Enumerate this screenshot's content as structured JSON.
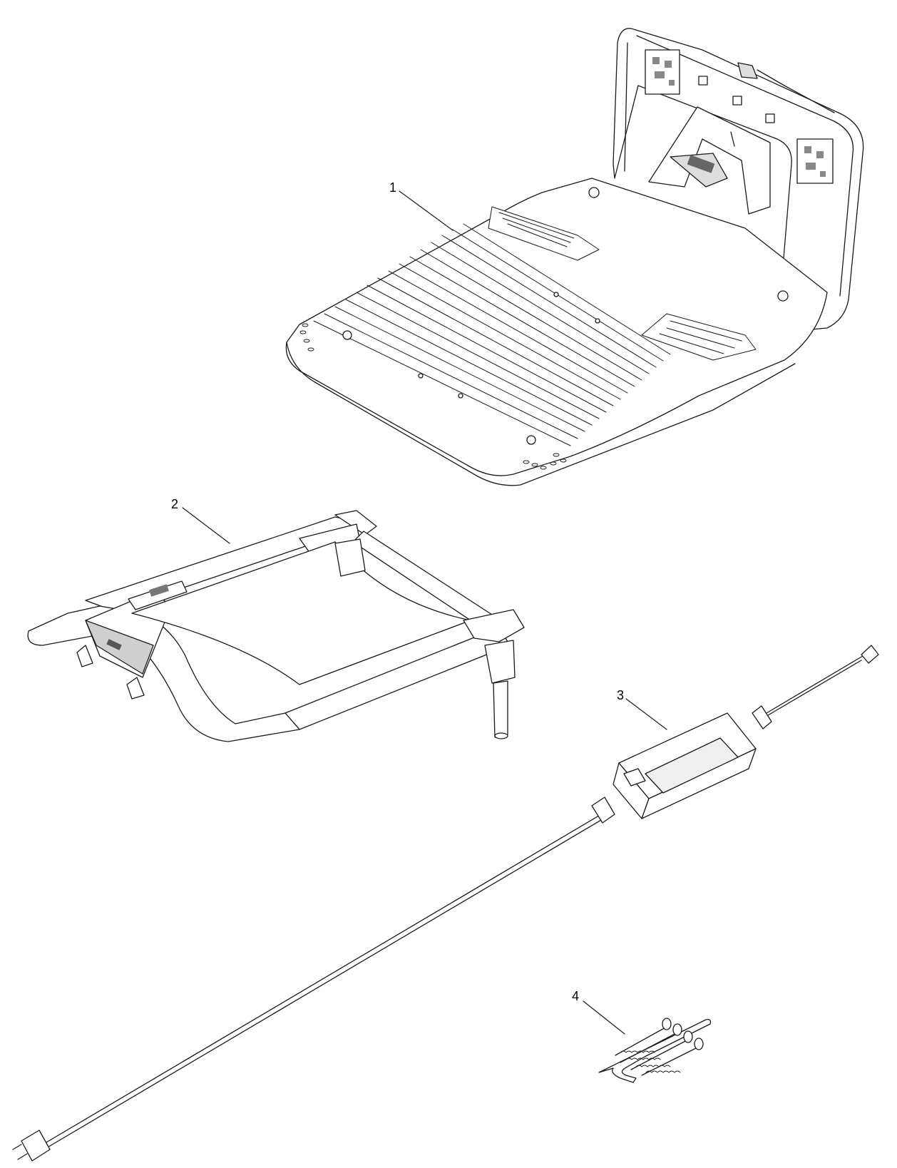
{
  "diagram": {
    "callouts": [
      {
        "id": "1",
        "label": "1",
        "part": "charging-station-base-plate"
      },
      {
        "id": "2",
        "label": "2",
        "part": "charging-station-arm"
      },
      {
        "id": "3",
        "label": "3",
        "part": "power-supply"
      },
      {
        "id": "4",
        "label": "4",
        "part": "pegs"
      }
    ],
    "colors": {
      "line": "#1a1a1a",
      "fill": "#ffffff",
      "shade": "#efefef",
      "dark": "#6a6a6a"
    }
  }
}
